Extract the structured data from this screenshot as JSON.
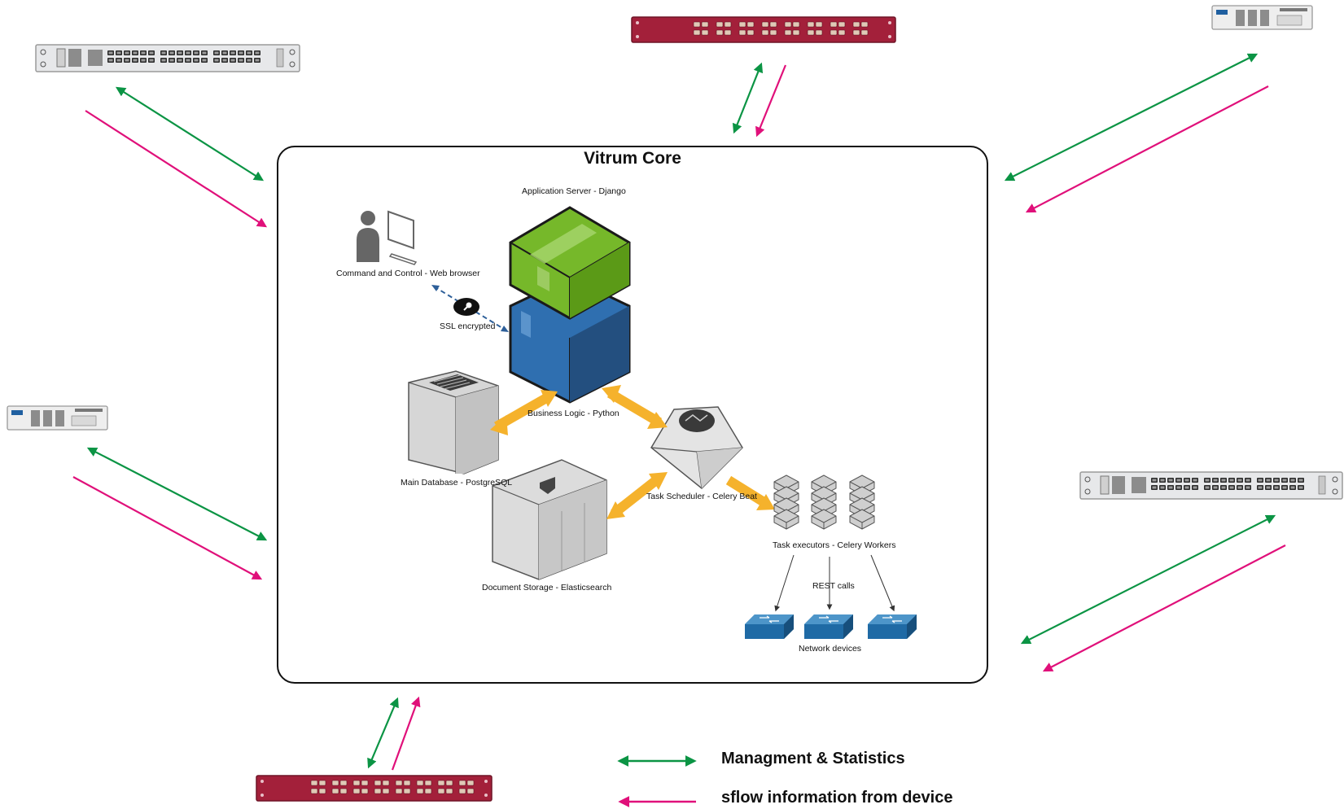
{
  "title": "Vitrum Core",
  "labels": {
    "app_server": "Application Server - Django",
    "command_control": "Command and Control - Web browser",
    "ssl": "SSL encrypted",
    "business_logic": "Business Logic - Python",
    "main_db": "Main Database - PostgreSQL",
    "task_scheduler": "Task Scheduler - Celery Beat",
    "doc_storage": "Document Storage - Elasticsearch",
    "task_executors": "Task executors - Celery Workers",
    "rest_calls": "REST calls",
    "network_devices": "Network devices"
  },
  "legend": {
    "management": "Managment & Statistics",
    "sflow": "sflow information from device"
  },
  "colors": {
    "management": "#0b9444",
    "sflow": "#e0107a",
    "app_top": "#76b82a",
    "app_bottom": "#2f6fb0",
    "flow": "#f5b22c",
    "device_gray": "#e7e8ea",
    "device_red": "#a3203a",
    "switch_blue": "#1f6aa5"
  }
}
